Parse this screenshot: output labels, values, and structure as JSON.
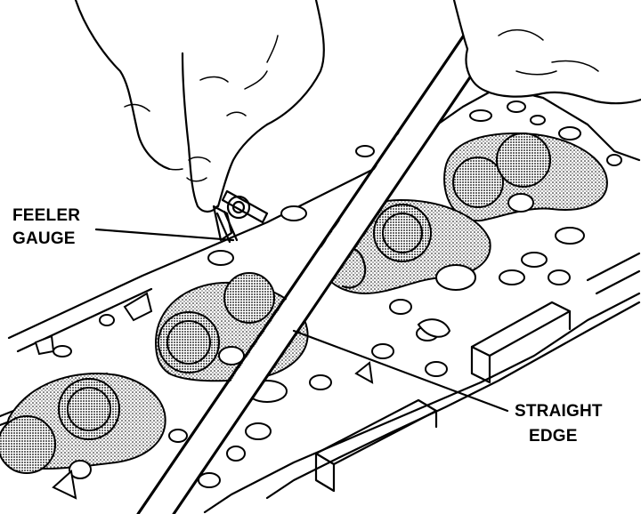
{
  "labels": {
    "feeler_line1": "FEELER",
    "feeler_line2": "GAUGE",
    "straight_line1": "STRAIGHT",
    "straight_line2": "EDGE"
  }
}
